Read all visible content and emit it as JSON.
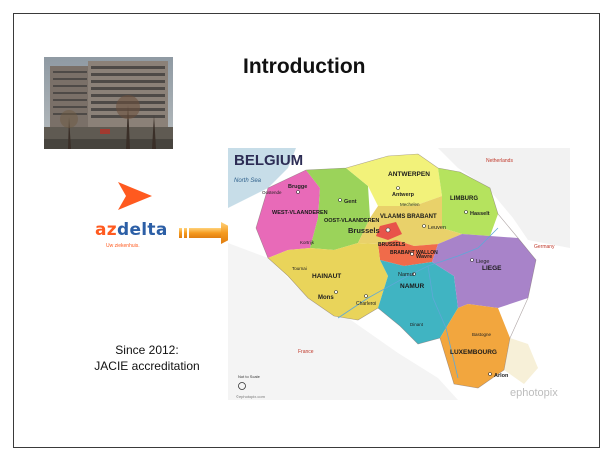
{
  "slide": {
    "title": "Introduction",
    "caption": {
      "line1": "Since 2012:",
      "line2": "JACIE accreditation"
    }
  },
  "logo": {
    "part1": "az",
    "part2": "delta",
    "tagline": "Uw ziekenhuis."
  },
  "map": {
    "title": "BELGIUM",
    "sea": "North Sea",
    "countries": {
      "netherlands": "Netherlands",
      "germany": "Germany",
      "france": "France"
    },
    "provinces": {
      "west": "WEST-VLAANDEREN",
      "east": "OOST-VLAANDEREN",
      "antwerpen": "ANTWERPEN",
      "limburg": "LIMBURG",
      "vlaams_brabant": "VLAAMS BRABANT",
      "brussels": "BRUSSELS",
      "brabant_wallon": "BRABANT WALLON",
      "hainaut": "HAINAUT",
      "namur": "NAMUR",
      "liege": "LIEGE",
      "luxembourg": "LUXEMBOURG"
    },
    "cities": {
      "brugge": "Brugge",
      "gent": "Gent",
      "antwerp": "Antwerp",
      "brussels": "Brussels",
      "leuven": "Leuven",
      "hasselt": "Hasselt",
      "liege": "Liege",
      "namur": "Namur",
      "mons": "Mons",
      "charleroi": "Charleroi",
      "wavre": "Wavre",
      "arlon": "Arlon",
      "oostende": "Oostende",
      "kortrijk": "Kortrijk",
      "mechelen": "Mechelen",
      "tournai": "Tournai",
      "bastogne": "Bastogne",
      "dinant": "Dinant"
    },
    "scale": "Not to Scale",
    "watermark": "ephotopix",
    "copyright": "©ephotopix.com"
  },
  "colors": {
    "logo_orange": "#ff5a1f",
    "logo_blue": "#2c5fa6",
    "sea": "#c7dde8",
    "west_vlaanderen": "#e86ab8",
    "oost_vlaanderen": "#9bd35a",
    "antwerpen": "#f2f27a",
    "limburg": "#b5e35e",
    "vlaams_brabant": "#e9d16a",
    "brussels": "#e8534a",
    "brabant_wallon": "#f06b4a",
    "hainaut": "#e9d45a",
    "namur": "#40b4c2",
    "liege": "#a883c9",
    "luxembourg": "#f2a63e"
  }
}
